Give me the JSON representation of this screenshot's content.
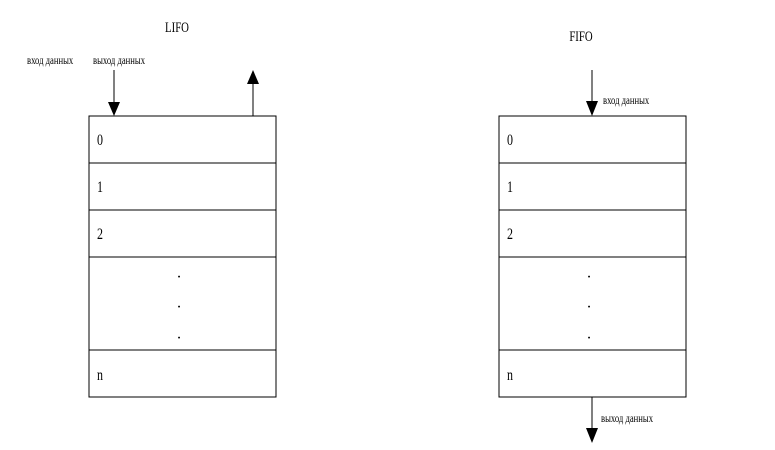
{
  "lifo": {
    "title": "LIFO",
    "input_label": "вход данных",
    "output_label": "выход данных",
    "cells": [
      "0",
      "1",
      "2",
      "n"
    ],
    "ellipsis": [
      "·",
      "·",
      "·"
    ]
  },
  "fifo": {
    "title": "FIFO",
    "input_label": "вход данных",
    "output_label": "выход данных",
    "cells": [
      "0",
      "1",
      "2",
      "n"
    ],
    "ellipsis": [
      "·",
      "·",
      "·"
    ]
  },
  "colors": {
    "stroke": "#000000",
    "background": "#ffffff"
  },
  "icons": {
    "arrow_down": "arrow-down-icon",
    "arrow_up": "arrow-up-icon"
  }
}
